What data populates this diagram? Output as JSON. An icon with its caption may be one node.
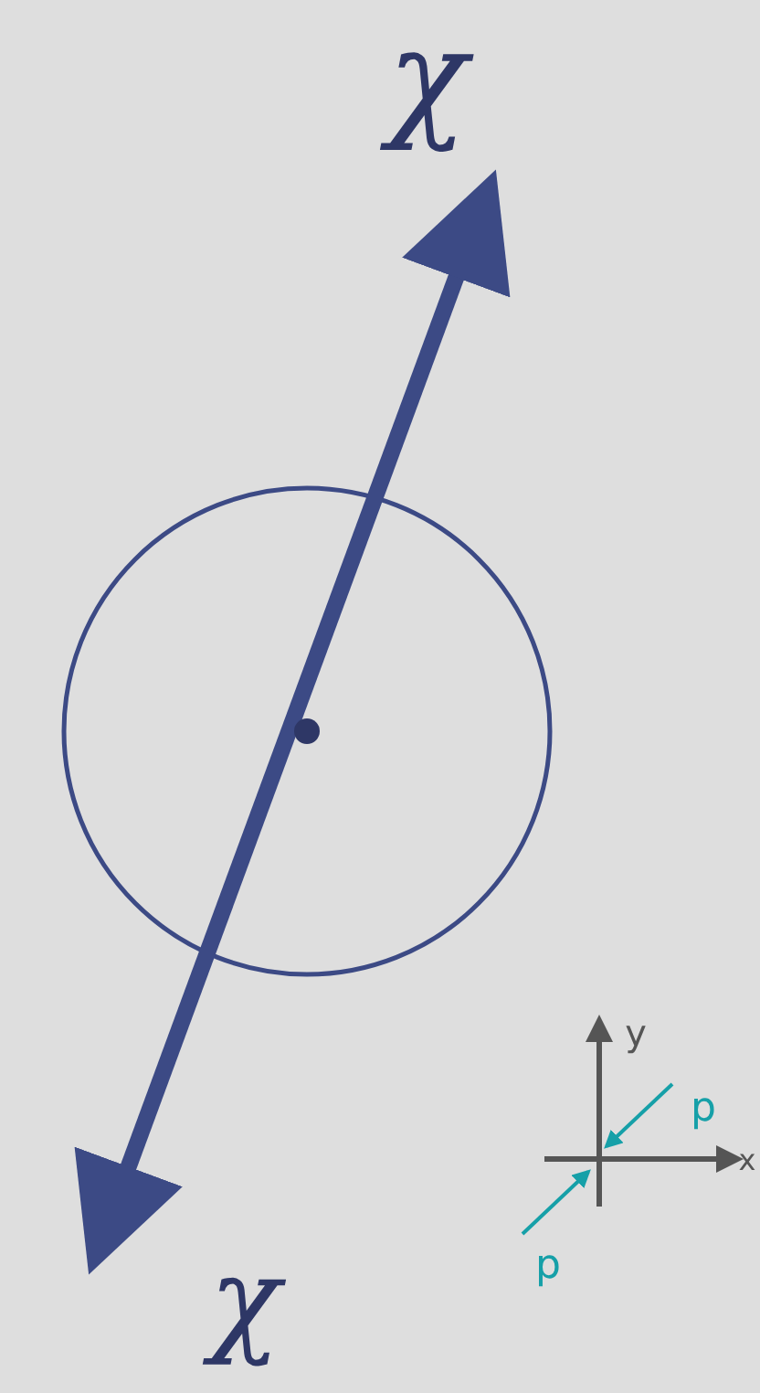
{
  "diagram": {
    "labels": [
      "χ",
      "y",
      "p",
      "x",
      "p",
      "χ"
    ]
  }
}
